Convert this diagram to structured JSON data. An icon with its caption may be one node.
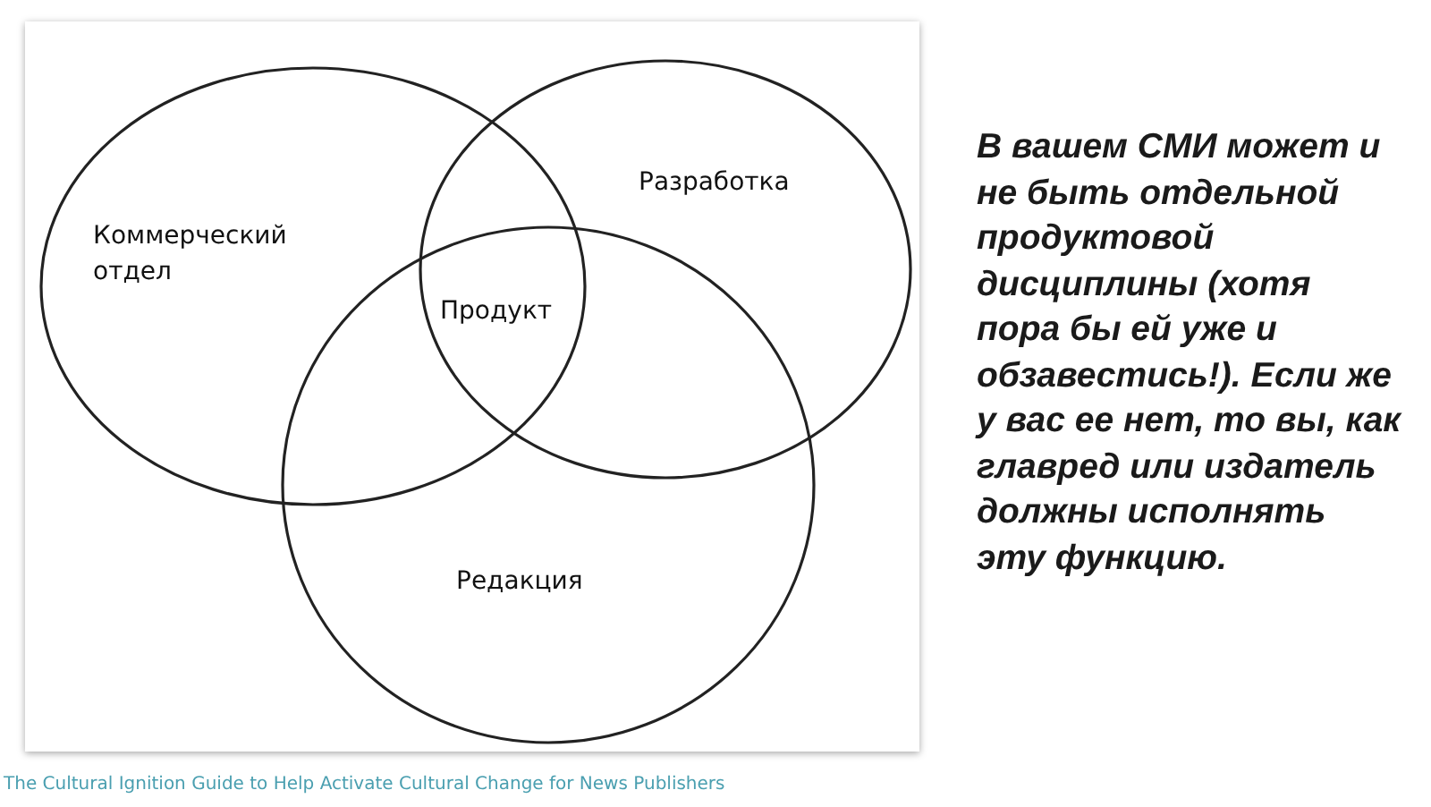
{
  "diagram": {
    "nodes": [
      {
        "text": [
          "Коммерческий отдел"
        ]
      },
      {
        "text": [
          "Разработка"
        ]
      },
      {
        "text": [
          "Редакция"
        ]
      }
    ],
    "labels": [
      "Продукт",
      "В вашем СМИ может и не быть отдельной продуктовой дисциплины (хотя пора бы ей уже и обзавестись!). Если же у вас ее нет, то вы, как главред или издатель должны исполнять эту функцию.",
      "The Cultural Ignition Guide to Help Activate Cultural Change for News Publishers"
    ]
  }
}
